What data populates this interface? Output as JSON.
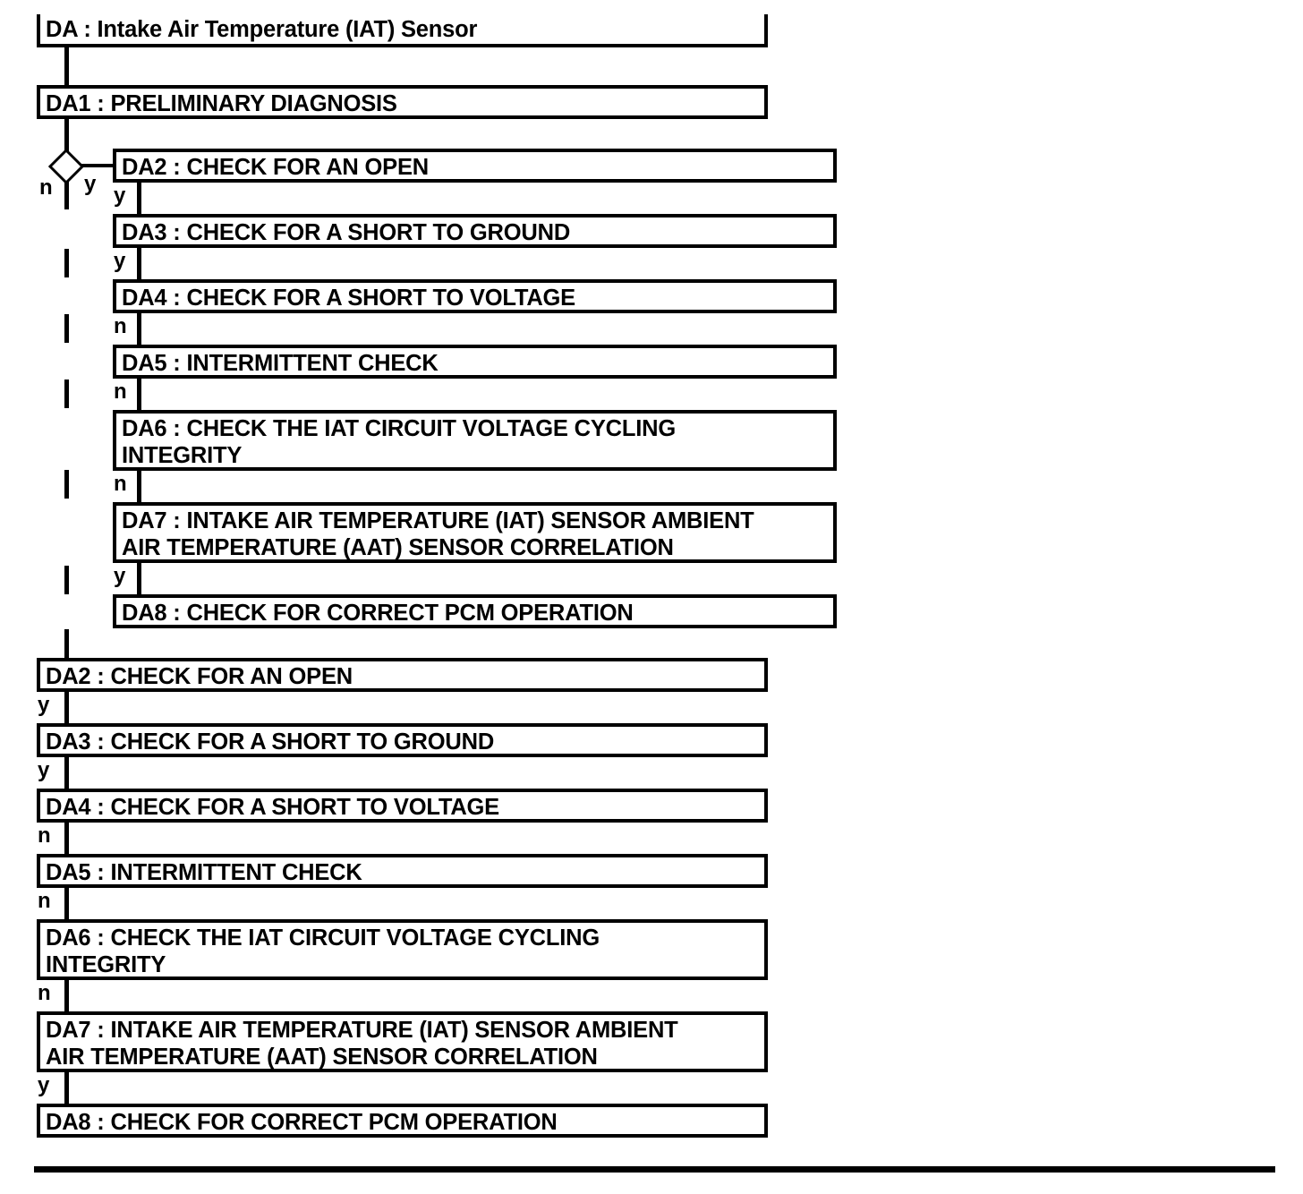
{
  "diagram": {
    "title": "DA : Intake Air Temperature (IAT) Sensor",
    "type": "flowchart",
    "entry": {
      "id": "DA",
      "label": "DA : Intake Air Temperature (IAT) Sensor"
    },
    "preliminary": {
      "id": "DA1",
      "label": "DA1 : PRELIMINARY DIAGNOSIS"
    },
    "decision": {
      "name": "decision-diamond",
      "yes_label": "y",
      "no_label": "n"
    },
    "branch_yes": {
      "name": "indented-chain",
      "steps": [
        {
          "id": "DA2",
          "label": "DA2 : CHECK FOR AN OPEN",
          "exit_label": "y"
        },
        {
          "id": "DA3",
          "label": "DA3 : CHECK FOR A SHORT TO GROUND",
          "exit_label": "y"
        },
        {
          "id": "DA4",
          "label": "DA4 : CHECK FOR A SHORT TO VOLTAGE",
          "exit_label": "n"
        },
        {
          "id": "DA5",
          "label": "DA5 : INTERMITTENT CHECK",
          "exit_label": "n"
        },
        {
          "id": "DA6",
          "label": "DA6 : CHECK THE IAT CIRCUIT VOLTAGE CYCLING\nINTEGRITY",
          "exit_label": "n"
        },
        {
          "id": "DA7",
          "label": "DA7 : INTAKE AIR TEMPERATURE (IAT) SENSOR AMBIENT\nAIR TEMPERATURE (AAT) SENSOR CORRELATION",
          "exit_label": "y"
        },
        {
          "id": "DA8",
          "label": "DA8 : CHECK FOR CORRECT PCM OPERATION",
          "exit_label": ""
        }
      ]
    },
    "branch_no": {
      "name": "main-chain",
      "steps": [
        {
          "id": "DA2",
          "label": "DA2 : CHECK FOR AN OPEN",
          "exit_label": "y"
        },
        {
          "id": "DA3",
          "label": "DA3 : CHECK FOR A SHORT TO GROUND",
          "exit_label": "y"
        },
        {
          "id": "DA4",
          "label": "DA4 : CHECK FOR A SHORT TO VOLTAGE",
          "exit_label": "n"
        },
        {
          "id": "DA5",
          "label": "DA5 : INTERMITTENT CHECK",
          "exit_label": "n"
        },
        {
          "id": "DA6",
          "label": "DA6 : CHECK THE IAT CIRCUIT VOLTAGE CYCLING\nINTEGRITY",
          "exit_label": "n"
        },
        {
          "id": "DA7",
          "label": "DA7 : INTAKE AIR TEMPERATURE (IAT) SENSOR AMBIENT\nAIR TEMPERATURE (AAT) SENSOR CORRELATION",
          "exit_label": "y"
        },
        {
          "id": "DA8",
          "label": "DA8 : CHECK FOR CORRECT PCM OPERATION",
          "exit_label": ""
        }
      ]
    },
    "colors": {
      "stroke": "#000000",
      "fill": "#ffffff",
      "text": "#000000"
    }
  }
}
